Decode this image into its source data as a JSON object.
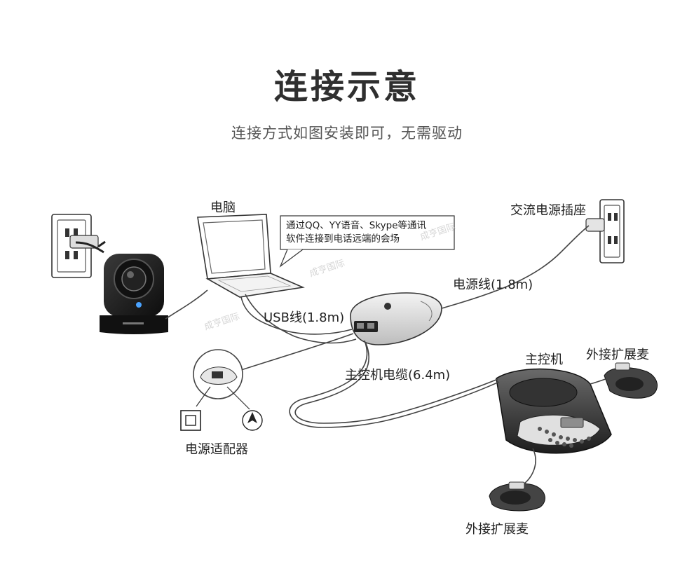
{
  "header": {
    "title": "连接示意",
    "subtitle": "连接方式如图安装即可，无需驱动"
  },
  "labels": {
    "computer": "电脑",
    "callout_line1": "通过QQ、YY语音、Skype等通讯",
    "callout_line2": "软件连接到电话远端的会场",
    "ac_outlet": "交流电源插座",
    "power_cable": "电源线(1.8m)",
    "usb_cable": "USB线(1.8m)",
    "host_cable": "主控机电缆(6.4m)",
    "host": "主控机",
    "ext_mic_right": "外接扩展麦",
    "ext_mic_bottom": "外接扩展麦",
    "power_adapter": "电源适配器"
  },
  "watermark": "成亨国际"
}
